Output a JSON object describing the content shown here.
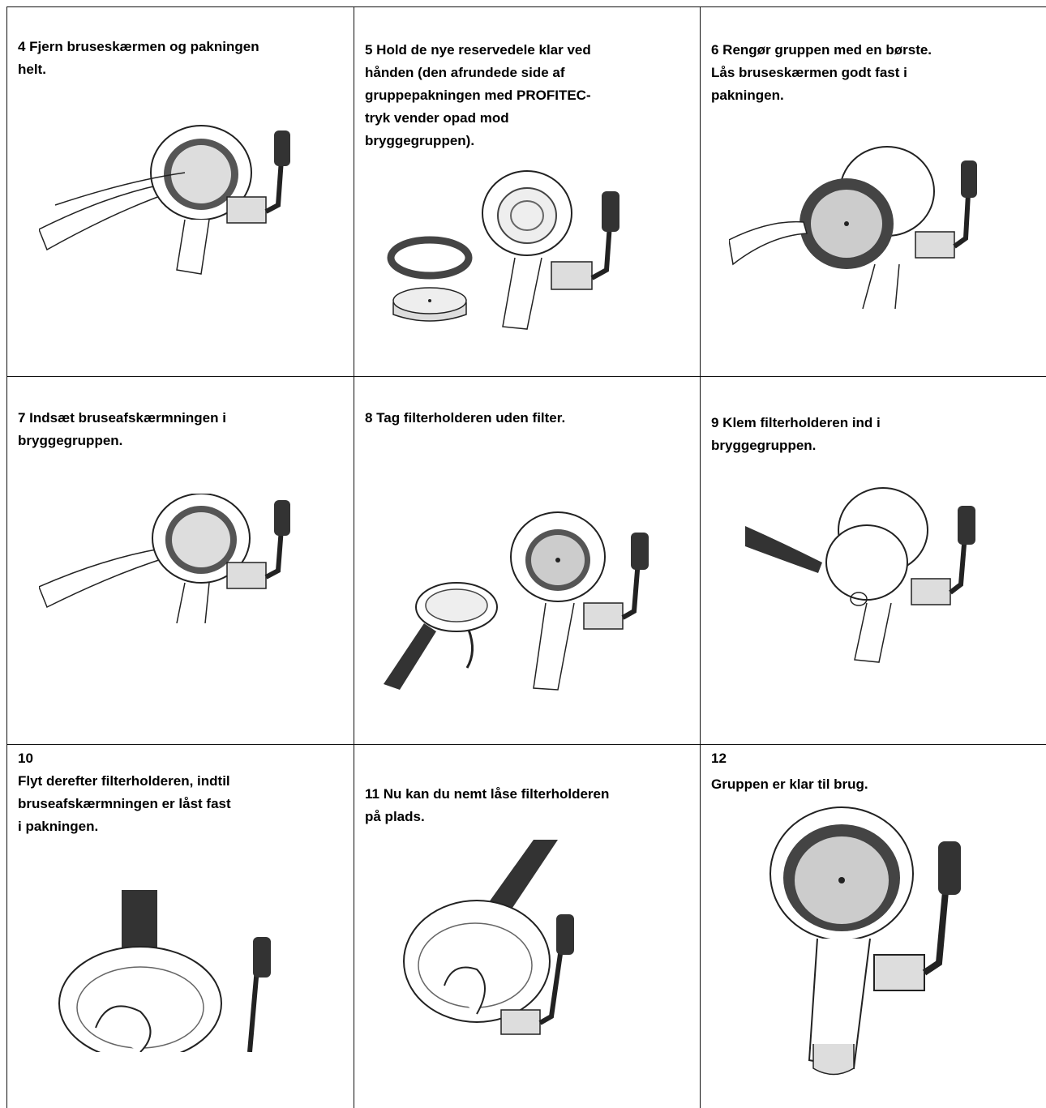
{
  "steps": [
    {
      "text": "4 Fjern bruseskærmen og pakningen\nhelt.",
      "illustration": "hand-removing-shower-screen"
    },
    {
      "text": "5 Hold de nye reservedele klar ved\nhånden (den afrundede side af\ngruppepakningen med PROFITEC-\ntryk vender opad mod\nbryggegruppen).",
      "illustration": "new-gasket-and-screen-parts"
    },
    {
      "text": "6 Rengør gruppen med en børste.\nLås bruseskærmen godt fast i\npakningen.",
      "illustration": "hand-holding-screen-in-gasket"
    },
    {
      "text": "7 Indsæt bruseafskærmningen i\nbryggegruppen.",
      "illustration": "hand-inserting-shower-screen"
    },
    {
      "text": "8 Tag filterholderen uden filter.",
      "illustration": "portafilter-without-basket"
    },
    {
      "text": "9 Klem filterholderen ind i\nbryggegruppen.",
      "illustration": "portafilter-pressed-into-group"
    },
    {
      "number": "10",
      "text": "Flyt derefter filterholderen, indtil\nbruseafskærmningen er låst fast\ni pakningen.",
      "illustration": "portafilter-rotated-closeup"
    },
    {
      "text": "11 Nu kan du nemt låse filterholderen\npå plads.",
      "illustration": "portafilter-locking"
    },
    {
      "number": "12",
      "text": "Gruppen er klar til brug.",
      "illustration": "group-ready"
    }
  ]
}
